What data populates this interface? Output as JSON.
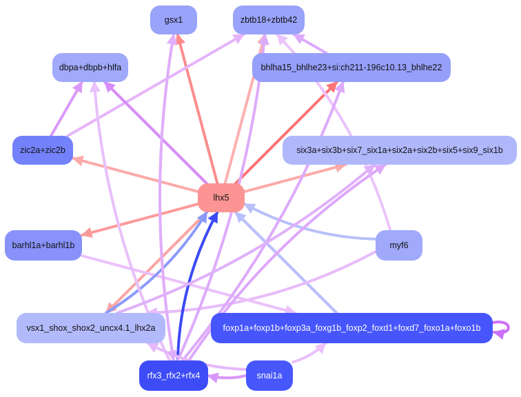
{
  "graph": {
    "title": "Gene regulatory network",
    "nodes": [
      {
        "id": "gsx1",
        "label": "gsx1",
        "color": "#98a3f9",
        "text": "dark-on-light"
      },
      {
        "id": "zbtb18",
        "label": "zbtb18+zbtb42",
        "color": "#98a3f9",
        "text": "dark-on-light"
      },
      {
        "id": "dbpa",
        "label": "dbpa+dbpb+hlfa",
        "color": "#a0a9fa",
        "text": "dark-on-light"
      },
      {
        "id": "bhlha15",
        "label": "bhlha15_bhlhe23+si:ch211-196c10.13_bhlhe22",
        "color": "#969ff9",
        "text": "dark-on-light"
      },
      {
        "id": "zic2a",
        "label": "zic2a+zic2b",
        "color": "#7382fa",
        "text": "dark-on-light"
      },
      {
        "id": "six3a",
        "label": "six3a+six3b+six7_six1a+six2a+six2b+six5+six9_six1b",
        "color": "#b0b8fb",
        "text": "dark-on-light"
      },
      {
        "id": "lhx5",
        "label": "lhx5",
        "color": "#fc9494",
        "text": "dark-on-light"
      },
      {
        "id": "barhl1a",
        "label": "barhl1a+barhl1b",
        "color": "#8892fa",
        "text": "dark-on-light"
      },
      {
        "id": "myf6",
        "label": "myf6",
        "color": "#a0a9fa",
        "text": "dark-on-light"
      },
      {
        "id": "vsx1",
        "label": "vsx1_shox_shox2_uncx4.1_lhx2a",
        "color": "#b3bafb",
        "text": "dark-on-light"
      },
      {
        "id": "foxp1a",
        "label": "foxp1a+foxp1b+foxp3a_foxg1b_foxp2_foxd1+foxd7_foxo1a+foxo1b",
        "color": "#4655fc",
        "text": "light-on-dark"
      },
      {
        "id": "rfx3",
        "label": "rfx3_rfx2+rfx4",
        "color": "#3d4cf6",
        "text": "light-on-dark"
      },
      {
        "id": "snai1a",
        "label": "snai1a",
        "color": "#4757fb",
        "text": "light-on-dark"
      }
    ],
    "edges": [
      {
        "from": "lhx5",
        "to": "gsx1",
        "color": "#fc8c8c"
      },
      {
        "from": "lhx5",
        "to": "dbpa",
        "color": "#fcaaaa"
      },
      {
        "from": "lhx5",
        "to": "zic2a",
        "color": "#fcaaaa"
      },
      {
        "from": "lhx5",
        "to": "barhl1a",
        "color": "#fc9a9a"
      },
      {
        "from": "lhx5",
        "to": "vsx1",
        "color": "#fca4a4"
      },
      {
        "from": "lhx5",
        "to": "bhlha15",
        "color": "#fc7474"
      },
      {
        "from": "lhx5",
        "to": "six3a",
        "color": "#fcaaaa"
      },
      {
        "from": "lhx5",
        "to": "zbtb18",
        "color": "#fcb0b0"
      },
      {
        "from": "zic2a",
        "to": "dbpa",
        "color": "#da98fa"
      },
      {
        "from": "zic2a",
        "to": "zbtb18",
        "color": "#e6b4fb"
      },
      {
        "from": "bhlha15",
        "to": "zbtb18",
        "color": "#deaafb"
      },
      {
        "from": "foxp1a",
        "to": "dbpa",
        "color": "#d68cfa"
      },
      {
        "from": "foxp1a",
        "to": "lhx5",
        "color": "#b8c0fb"
      },
      {
        "from": "foxp1a",
        "to": "foxp1a",
        "color": "#cc70f8"
      },
      {
        "from": "myf6",
        "to": "lhx5",
        "color": "#b8c0fb"
      },
      {
        "from": "myf6",
        "to": "zbtb18",
        "color": "#ebc4fb"
      },
      {
        "from": "myf6",
        "to": "vsx1",
        "color": "#e8bcfb"
      },
      {
        "from": "barhl1a",
        "to": "foxp1a",
        "color": "#ebc0fb"
      },
      {
        "from": "rfx3",
        "to": "lhx5",
        "color": "#3c4af5"
      },
      {
        "from": "vsx1",
        "to": "lhx5",
        "color": "#8c9af9"
      },
      {
        "from": "rfx3",
        "to": "gsx1",
        "color": "#e0b0fb"
      },
      {
        "from": "rfx3",
        "to": "zbtb18",
        "color": "#ddabfb"
      },
      {
        "from": "rfx3",
        "to": "dbpa",
        "color": "#e8c0fb"
      },
      {
        "from": "rfx3",
        "to": "bhlha15",
        "color": "#deaafb"
      },
      {
        "from": "rfx3",
        "to": "six3a",
        "color": "#dda8fb"
      },
      {
        "from": "vsx1",
        "to": "six3a",
        "color": "#e0b0fb"
      },
      {
        "from": "snai1a",
        "to": "rfx3",
        "color": "#d898fa"
      },
      {
        "from": "snai1a",
        "to": "foxp1a",
        "color": "#ebc0fb"
      },
      {
        "from": "snai1a",
        "to": "vsx1",
        "color": "#e6b8fb"
      },
      {
        "from": "gsx1",
        "to": "rfx3",
        "color": "#e0aefb"
      }
    ]
  }
}
